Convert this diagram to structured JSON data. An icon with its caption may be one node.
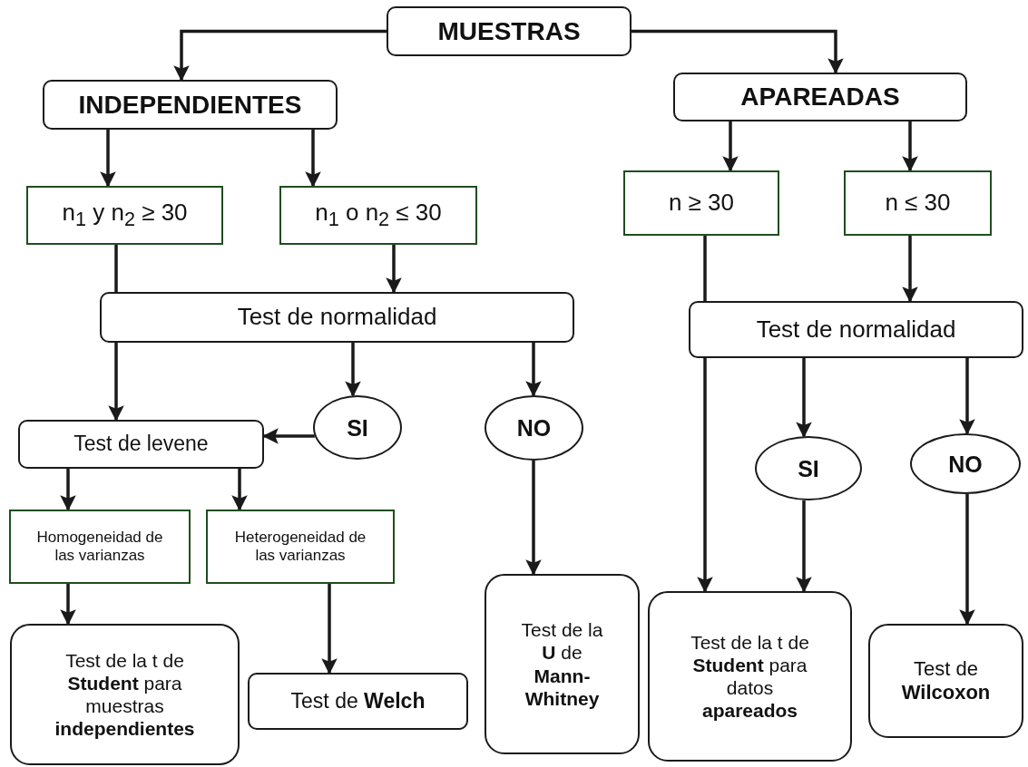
{
  "diagram": {
    "nodes": [
      {
        "text": [
          "MUESTRAS"
        ]
      },
      {
        "text": [
          "INDEPENDIENTES"
        ]
      },
      {
        "text": [
          "APAREADAS"
        ]
      },
      {
        "text": [
          "n$_{1}$ y n$_{2}$ ≥ 30"
        ]
      },
      {
        "text": [
          "n$_{1}$ o n$_{2}$ ≤ 30"
        ]
      },
      {
        "text": [
          "n ≥ 30"
        ]
      },
      {
        "text": [
          "n ≤ 30"
        ]
      },
      {
        "text": [
          "Test de normalidad"
        ]
      },
      {
        "text": [
          "Test de normalidad"
        ]
      },
      {
        "text": [
          "SI"
        ]
      },
      {
        "text": [
          "NO"
        ]
      },
      {
        "text": [
          "Test de levene"
        ]
      },
      {
        "text": [
          "Homogeneidad de las varianzas"
        ]
      },
      {
        "text": [
          "Heterogeneidad de las varianzas"
        ]
      },
      {
        "text": [
          "SI"
        ]
      },
      {
        "text": [
          "NO"
        ]
      },
      {
        "text": [
          "Test de la t de **Student** para muestras **independientes**"
        ]
      },
      {
        "text": [
          "Test de **Welch**"
        ]
      },
      {
        "text": [
          "Test de la **U** de **Mann-Whitney**"
        ]
      },
      {
        "text": [
          "Test de la t de **Student** para datos **apareados**"
        ]
      },
      {
        "text": [
          "Test de **Wilcoxon**"
        ]
      }
    ],
    "edges": [
      {
        "from": 0,
        "to": 1,
        "arrow": "to"
      },
      {
        "from": 0,
        "to": 2,
        "arrow": "to"
      },
      {
        "from": 1,
        "to": 3,
        "arrow": "to"
      },
      {
        "from": 1,
        "to": 4,
        "arrow": "to"
      },
      {
        "from": 2,
        "to": 5,
        "arrow": "to"
      },
      {
        "from": 2,
        "to": 6,
        "arrow": "to"
      },
      {
        "from": 4,
        "to": 7,
        "arrow": "to"
      },
      {
        "from": 3,
        "to": 7,
        "arrow": "none"
      },
      {
        "from": 7,
        "to": 11,
        "arrow": "to"
      },
      {
        "from": 7,
        "to": 9,
        "arrow": "to"
      },
      {
        "from": 7,
        "to": 10,
        "arrow": "to"
      },
      {
        "from": 9,
        "to": 11,
        "arrow": "to"
      },
      {
        "from": 11,
        "to": 12,
        "arrow": "to"
      },
      {
        "from": 11,
        "to": 13,
        "arrow": "to"
      },
      {
        "from": 12,
        "to": 16,
        "arrow": "to"
      },
      {
        "from": 13,
        "to": 17,
        "arrow": "to"
      },
      {
        "from": 10,
        "to": 18,
        "arrow": "to"
      },
      {
        "from": 6,
        "to": 8,
        "arrow": "to"
      },
      {
        "from": 5,
        "to": 8,
        "arrow": "none"
      },
      {
        "from": 8,
        "to": 19,
        "arrow": "to"
      },
      {
        "from": 8,
        "to": 14,
        "arrow": "to"
      },
      {
        "from": 8,
        "to": 15,
        "arrow": "to"
      },
      {
        "from": 14,
        "to": 19,
        "arrow": "to"
      },
      {
        "from": 15,
        "to": 20,
        "arrow": "to"
      }
    ]
  }
}
